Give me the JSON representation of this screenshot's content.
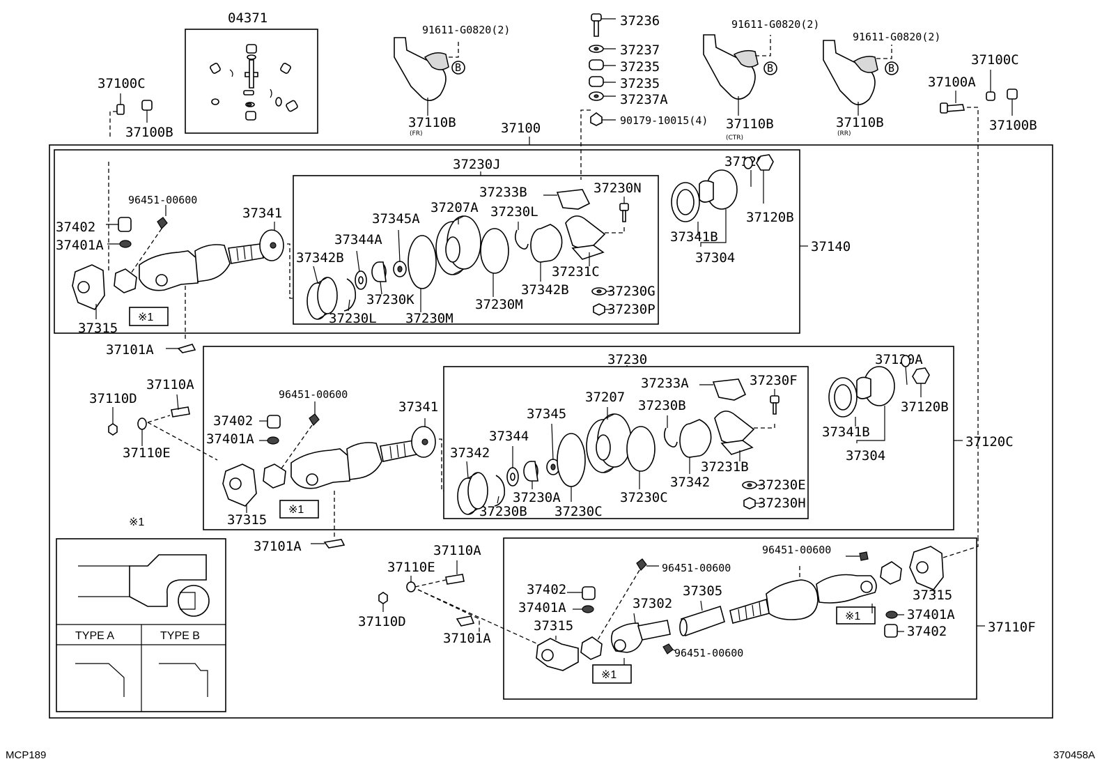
{
  "diagram": {
    "sheet_code_left": "MCP189",
    "sheet_code_right": "370458A",
    "note_marker": "※1",
    "legend": {
      "title": "※1",
      "type_a": "TYPE A",
      "type_b": "TYPE B"
    },
    "assemblies": {
      "main": "37100",
      "front": "37140",
      "center": "37120C",
      "rear": "37110F",
      "bearing_front": "37230J",
      "bearing_center": "37230"
    },
    "top_labels": {
      "l04371": "04371",
      "l37100c_left": "37100C",
      "l37100b_left": "37100B",
      "l91611_a": "91611-G0820(2)",
      "l91611_b": "91611-G0820(2)",
      "l91611_c": "91611-G0820(2)",
      "l37110b_a": "37110B",
      "l37110b_b": "37110B",
      "l37110b_c": "37110B",
      "fr": "(FR)",
      "ctr": "(CTR)",
      "rr": "(RR)",
      "l37236": "37236",
      "l37237": "37237",
      "l37235_a": "37235",
      "l37235_b": "37235",
      "l37237a": "37237A",
      "l90179": "90179-10015(4)",
      "l37100a": "37100A",
      "l37100c_right": "37100C",
      "l37100b_right": "37100B",
      "circle_b": "B"
    },
    "front_labels": {
      "l96451": "96451-00600",
      "l37402": "37402",
      "l37401a": "37401A",
      "l37315": "37315",
      "l37341": "37341",
      "l37233b": "37233B",
      "l37230n": "37230N",
      "l37207a": "37207A",
      "l37230l_a": "37230L",
      "l37345a": "37345A",
      "l37344a": "37344A",
      "l37342b_a": "37342B",
      "l37230k": "37230K",
      "l37230l_b": "37230L",
      "l37230m_a": "37230M",
      "l37230m_b": "37230M",
      "l37342b_b": "37342B",
      "l37231c": "37231C",
      "l37230g": "37230G",
      "l37230p": "37230P",
      "l37120a": "37120A",
      "l37120b": "37120B",
      "l37341b": "37341B",
      "l37304": "37304",
      "l37101a": "37101A"
    },
    "center_labels": {
      "l37110d": "37110D",
      "l37110a": "37110A",
      "l37110e": "37110E",
      "l96451": "96451-00600",
      "l37402": "37402",
      "l37401a": "37401A",
      "l37315": "37315",
      "l37341": "37341",
      "l37233a": "37233A",
      "l37230f": "37230F",
      "l37207": "37207",
      "l37230b_a": "37230B",
      "l37345": "37345",
      "l37344": "37344",
      "l37342_a": "37342",
      "l37230a": "37230A",
      "l37230b_b": "37230B",
      "l37230c_a": "37230C",
      "l37230c_b": "37230C",
      "l37342_b": "37342",
      "l37231b": "37231B",
      "l37230e": "37230E",
      "l37230h": "37230H",
      "l37120a": "37120A",
      "l37120b": "37120B",
      "l37341b": "37341B",
      "l37304": "37304",
      "l37101a": "37101A"
    },
    "rear_labels": {
      "l37110a": "37110A",
      "l37110e": "37110E",
      "l37110d": "37110D",
      "l37101a": "37101A",
      "l37402": "37402",
      "l37401a": "37401A",
      "l37315": "37315",
      "l96451_a": "96451-00600",
      "l37302": "37302",
      "l37305": "37305",
      "l96451_b": "96451-00600",
      "l96451_c": "96451-00600",
      "l37315_r": "37315",
      "l37401a_r": "37401A",
      "l37402_r": "37402"
    }
  }
}
